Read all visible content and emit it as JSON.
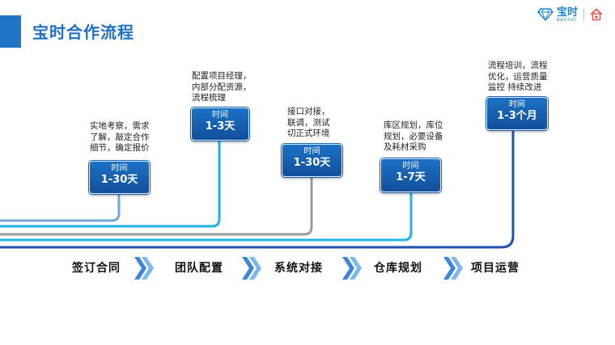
{
  "header": {
    "title": "宝时合作流程"
  },
  "logo": {
    "name": "宝时",
    "subtitle": "BAOSHI",
    "icon": "house-icon"
  },
  "colors": {
    "accent": "#1f74c6",
    "light_blue": "#1fb2e8",
    "gray_line": "#9b9b9b",
    "dark_blue": "#2150b0"
  },
  "phases": [
    {
      "description": "实地考察，需求\n了解，敲定合作\n细节，确定报价",
      "time_label": "时间",
      "time_value": "1-30天"
    },
    {
      "description": "配置项目经理，\n内部分配资源，\n流程梳理",
      "time_label": "时间",
      "time_value": "1-3天"
    },
    {
      "description": "接口对接，\n联调，测试\n切正式环境",
      "time_label": "时间",
      "time_value": "1-30天"
    },
    {
      "description": "库区规划，库位\n规划，必要设备\n及耗材采购",
      "time_label": "时间",
      "time_value": "1-7天"
    },
    {
      "description": "流程培训，流程\n优化，运营质量\n监控  持续改进",
      "time_label": "时间",
      "time_value": "1-3个月"
    }
  ],
  "steps": [
    {
      "label": "签订合同"
    },
    {
      "label": "团队配置"
    },
    {
      "label": "系统对接"
    },
    {
      "label": "仓库规划"
    },
    {
      "label": "项目运营"
    }
  ]
}
